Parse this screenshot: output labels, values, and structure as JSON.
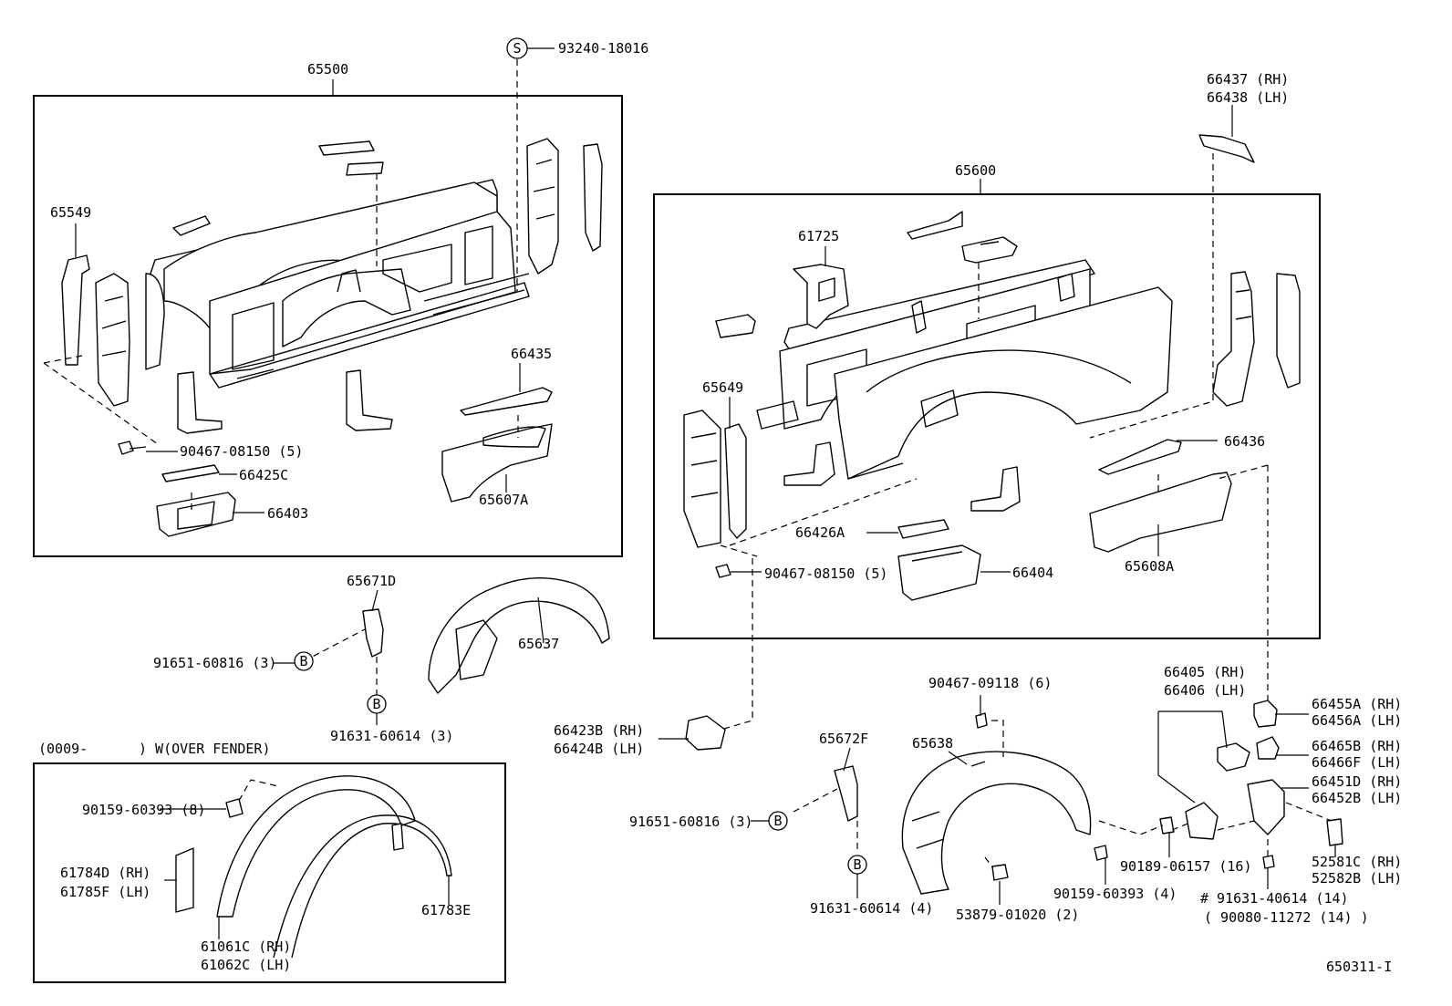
{
  "labels": {
    "p65500": "65500",
    "p93240": "93240-18016",
    "p65549": "65549",
    "p66435": "66435",
    "p90467a": "90467-08150 (5)",
    "p66425c": "66425C",
    "p66403": "66403",
    "p65607a": "65607A",
    "p66437": "66437 (RH)",
    "p66438": "66438 (LH)",
    "p65600": "65600",
    "p61725": "61725",
    "p65649": "65649",
    "p66436": "66436",
    "p66426a": "66426A",
    "p90467b": "90467-08150 (5)",
    "p66404": "66404",
    "p65608a": "65608A",
    "p65671d": "65671D",
    "p91651a": "91651-60816 (3)",
    "p91631a": "91631-60614 (3)",
    "p65637": "65637",
    "p66423b": "66423B (RH)",
    "p66424b": "66424B (LH)",
    "p90467c": "90467-09118 (6)",
    "p65672f": "65672F",
    "p65638": "65638",
    "p91651b": "91651-60816 (3)",
    "p91631b": "91631-60614 (4)",
    "p53879": "53879-01020 (2)",
    "p66405": "66405 (RH)",
    "p66406": "66406 (LH)",
    "p90189": "90189-06157 (16)",
    "p90159b": "90159-60393 (4)",
    "p66455a": "66455A (RH)",
    "p66456a": "66456A (LH)",
    "p66465b": "66465B (RH)",
    "p66466f": "66466F (LH)",
    "p66451d": "66451D (RH)",
    "p66452b": "66452B (LH)",
    "p52581c": "52581C (RH)",
    "p52582b": "52582B (LH)",
    "p91631c": "# 91631-40614 (14)",
    "p90080": "( 90080-11272 (14) )",
    "variant_a": "(0009-",
    "variant_b": ") W(OVER FENDER)",
    "p90159a": "90159-60393 (8)",
    "p61784d": "61784D (RH)",
    "p61785f": "61785F (LH)",
    "p61061c": "61061C (RH)",
    "p61062c": "61062C (LH)",
    "p61783e": "61783E",
    "diagram_id": "650311-I",
    "callout_s": "S",
    "callout_b": "B"
  }
}
